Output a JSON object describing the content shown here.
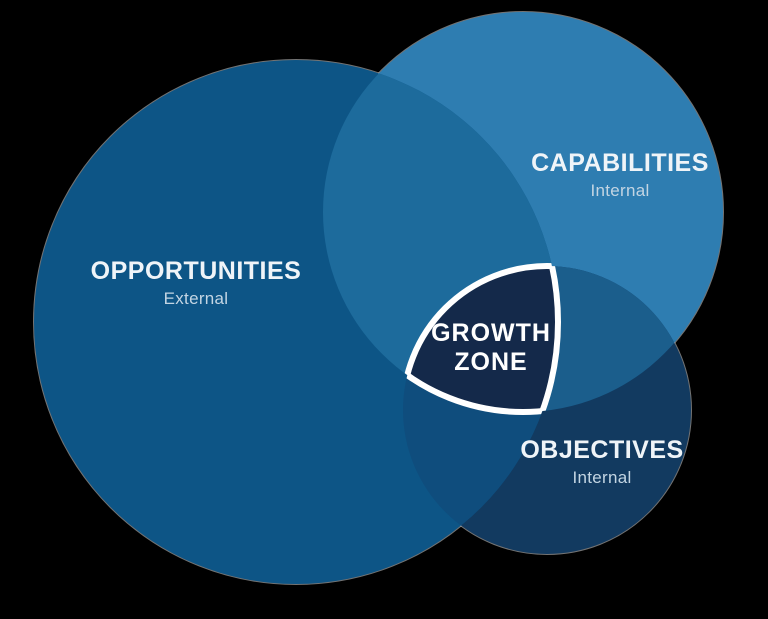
{
  "diagram": {
    "type": "venn",
    "description": "Three-circle Venn diagram with central Growth Zone",
    "regions": {
      "opportunities": {
        "label": "OPPORTUNITIES",
        "sublabel": "External",
        "color": "#0D5586"
      },
      "capabilities": {
        "label": "CAPABILITIES",
        "sublabel": "Internal",
        "color": "#2E7DB1"
      },
      "objectives": {
        "label": "OBJECTIVES",
        "sublabel": "Internal",
        "color": "#123A60"
      },
      "overlap_opportunities_capabilities": {
        "color": "#1D6B9C"
      },
      "overlap_opportunities_objectives": {
        "color": "#0F4D7D"
      },
      "overlap_capabilities_objectives": {
        "color": "#1B5E8C"
      },
      "center": {
        "label_line1": "GROWTH",
        "label_line2": "ZONE",
        "fill": "#14294A",
        "border_color": "#FFFFFF"
      }
    },
    "colors": {
      "background": "#000000",
      "label_text": "#EFF4F8",
      "sublabel_text": "#C3D5E3",
      "center_text": "#FFFFFF",
      "edge_halo": "#FFFFFF"
    }
  }
}
